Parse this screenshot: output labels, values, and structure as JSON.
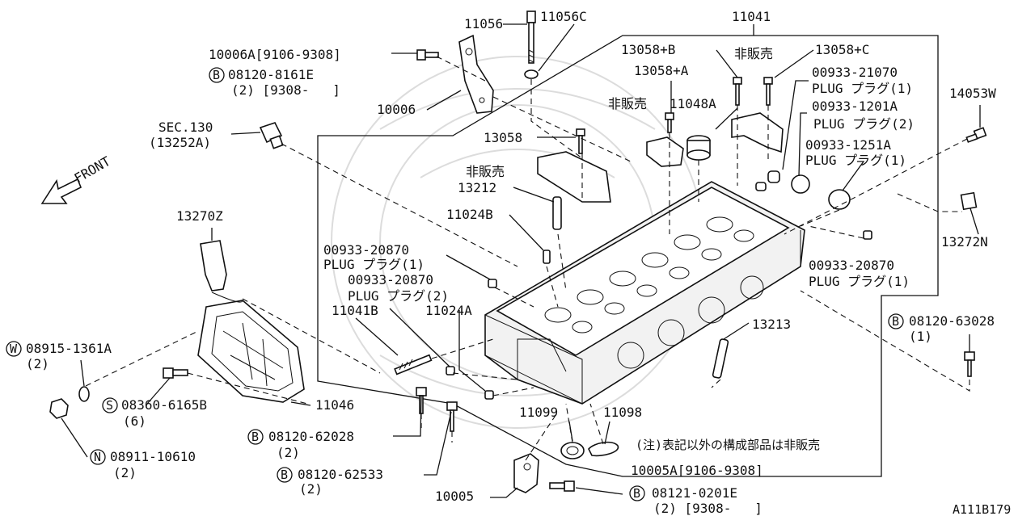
{
  "labels": {
    "l_11056": "11056",
    "l_11056c": "11056C",
    "l_11041": "11041",
    "l_10006a": "10006A[9106-9308]",
    "l_08120_8161e": "08120-8161E",
    "l_08120_8161e_sub": "(2) [9308-   ]",
    "l_10006": "10006",
    "l_13058b": "13058+B",
    "l_13058c": "13058+C",
    "l_hanbai1": "非販売",
    "l_13058a": "13058+A",
    "l_00933_21070": "00933-21070",
    "l_00933_21070_sub": "PLUG プラグ(1)",
    "l_14053w": "14053W",
    "l_hanbai2": "非販売",
    "l_11048a": "11048A",
    "l_00933_1201a": "00933-1201A",
    "l_00933_1201a_sub": "PLUG プラグ(2)",
    "l_sec130": "SEC.130",
    "l_13252a": "(13252A)",
    "l_13058": "13058",
    "l_00933_1251a": "00933-1251A",
    "l_00933_1251a_sub": "PLUG プラグ(1)",
    "l_front": "FRONT",
    "l_hanbai3": "非販売",
    "l_13212": "13212",
    "l_13270z": "13270Z",
    "l_11024b": "11024B",
    "l_13272n": "13272N",
    "l_00933_20870_a": "00933-20870",
    "l_00933_20870_a_sub": "PLUG プラグ(1)",
    "l_00933_20870_b": "00933-20870",
    "l_00933_20870_b_sub": "PLUG プラグ(2)",
    "l_00933_20870_c": "00933-20870",
    "l_00933_20870_c_sub": "PLUG プラグ(1)",
    "l_11041b": "11041B",
    "l_11024a": "11024A",
    "l_08120_63028": "08120-63028",
    "l_08120_63028_sub": "(1)",
    "l_13213": "13213",
    "l_08915_1361a": "08915-1361A",
    "l_08915_1361a_sub": "(2)",
    "l_08360_6165b": "08360-6165B",
    "l_08360_6165b_sub": "(6)",
    "l_11046": "11046",
    "l_11099": "11099",
    "l_11098": "11098",
    "l_08120_62028": "08120-62028",
    "l_08120_62028_sub": "(2)",
    "l_note": "(注)表記以外の構成部品は非販売",
    "l_08911_10610": "08911-10610",
    "l_08911_10610_sub": "(2)",
    "l_10005a": "10005A[9106-9308]",
    "l_08120_62533": "08120-62533",
    "l_08120_62533_sub": "(2)",
    "l_10005": "10005",
    "l_08121_0201e": "08121-0201E",
    "l_08121_0201e_sub": "(2) [9308-   ]",
    "l_a111b179": "A111B179"
  },
  "prefix": {
    "b": "B",
    "w": "W",
    "s": "S",
    "n": "N"
  }
}
